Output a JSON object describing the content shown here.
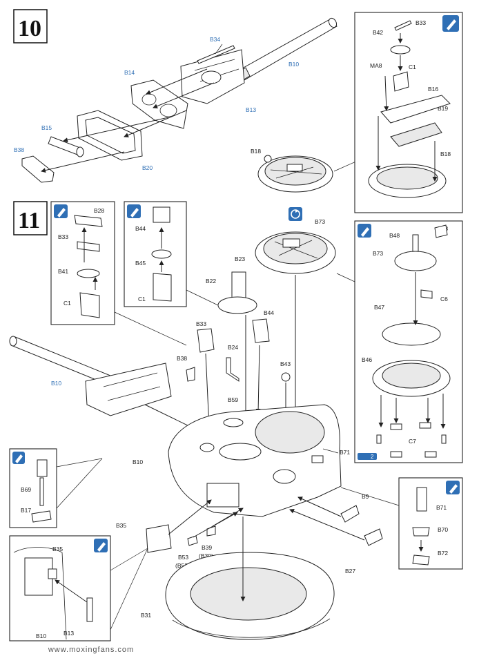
{
  "steps": {
    "step10": "10",
    "step11": "11"
  },
  "step10_parts": {
    "B34": "B34",
    "B10": "B10",
    "B14": "B14",
    "B13": "B13",
    "B15": "B15",
    "B20": "B20",
    "B38": "B38",
    "B18": "B18"
  },
  "inset_b16": {
    "B33": "B33",
    "B42": "B42",
    "MA8": "MA8",
    "C1": "C1",
    "B16": "B16",
    "B19": "B19",
    "B18": "B18"
  },
  "inset_b28": {
    "B28": "B28",
    "B33": "B33",
    "B41": "B41",
    "C1": "C1"
  },
  "inset_b44": {
    "B44": "B44",
    "B45": "B45",
    "C1": "C1"
  },
  "inset_b73": {
    "B68": "B68",
    "B48": "B48",
    "B73": "B73",
    "C6": "C6",
    "B47": "B47",
    "B46": "B46",
    "C7": "C7",
    "count": "2"
  },
  "inset_b69": {
    "B69": "B69",
    "B17": "B17"
  },
  "inset_b35": {
    "B35": "B35",
    "B10": "B10",
    "B13": "B13"
  },
  "inset_b71": {
    "B71": "B71",
    "B70": "B70",
    "B72": "B72"
  },
  "step11_parts": {
    "B73": "B73",
    "B23": "B23",
    "B22": "B22",
    "B33": "B33",
    "B44": "B44",
    "B38": "B38",
    "B24": "B24",
    "B43": "B43",
    "B10": "B10",
    "B59": "B59",
    "B71": "B71",
    "B9": "B9",
    "B35": "B35",
    "B53": "B53",
    "B52": "(B52)",
    "B39": "B39",
    "B39b": "(B39)",
    "B27": "B27",
    "B31": "B31"
  },
  "watermark": "www.moxingfans.com",
  "colors": {
    "accent_blue": "#2f6fb5",
    "line": "#222222",
    "paper": "#ffffff"
  },
  "icons": [
    "glue-icon",
    "rotate-icon",
    "count-badge-icon"
  ]
}
